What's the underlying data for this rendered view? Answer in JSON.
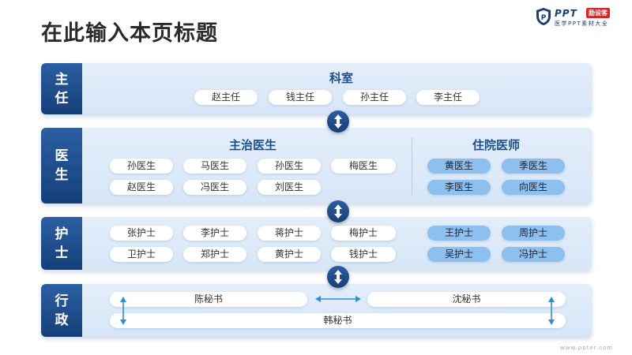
{
  "title": "在此输入本页标题",
  "logo": {
    "brand": "PPT",
    "tag": "励设客",
    "subtitle": "医学PPT素材大全"
  },
  "rows": {
    "director": {
      "label_line1": "主",
      "label_line2": "任",
      "section_title": "科室",
      "members": [
        "赵主任",
        "钱主任",
        "孙主任",
        "李主任"
      ]
    },
    "doctor": {
      "label_line1": "医",
      "label_line2": "生",
      "attending_title": "主治医生",
      "attending": [
        "孙医生",
        "马医生",
        "孙医生",
        "梅医生",
        "赵医生",
        "冯医生",
        "刘医生"
      ],
      "resident_title": "住院医师",
      "resident": [
        "黄医生",
        "季医生",
        "李医生",
        "向医生"
      ]
    },
    "nurse": {
      "label_line1": "护",
      "label_line2": "士",
      "group1": [
        "张护士",
        "李护士",
        "蒋护士",
        "梅护士",
        "卫护士",
        "郑护士",
        "黄护士",
        "钱护士"
      ],
      "group2": [
        "王护士",
        "周护士",
        "吴护士",
        "冯护士"
      ]
    },
    "admin": {
      "label_line1": "行",
      "label_line2": "政",
      "secretaries": [
        "陈秘书",
        "沈秘书",
        "韩秘书"
      ]
    }
  },
  "footer_url": "www.ppter.com",
  "colors": {
    "accent_dark": "#153f7a",
    "accent_mid": "#2c5fa3",
    "band_bg": "#dde9f8",
    "pill_blue": "#8dc0ee",
    "arrow": "#2e8fd6"
  }
}
